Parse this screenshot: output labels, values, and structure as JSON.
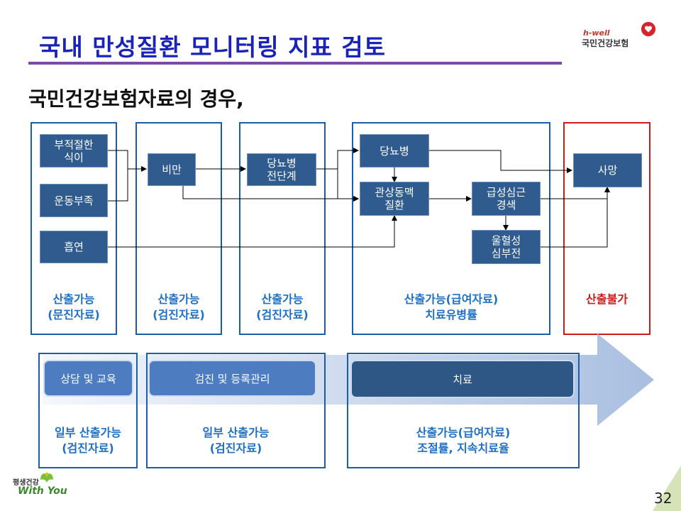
{
  "header": {
    "title": "국내 만성질환 모니터링 지표 검토",
    "subtitle": "국민건강보험자료의 경우,",
    "logo_tag": "h-well",
    "logo_name": "국민건강보험"
  },
  "diagram": {
    "nodes": {
      "diet": "부적절한\n식이",
      "exercise": "운동부족",
      "smoking": "흡연",
      "obesity": "비만",
      "prediabetes": "당뇨병\n전단계",
      "diabetes": "당뇨병",
      "cad": "관상동맥\n질환",
      "mi": "급성심근\n경색",
      "hf": "울혈성\n심부전",
      "death": "사망"
    },
    "captions": {
      "col1": "산출가능\n(문진자료)",
      "col2": "산출가능\n(검진자료)",
      "col3": "산출가능\n(검진자료)",
      "col4": "산출가능(급여자료)\n치료유병률",
      "col5": "산출불가"
    }
  },
  "phases": {
    "counsel": "상담 및 교육",
    "checkup": "검진 및 등록관리",
    "treatment": "치료",
    "cap1": "일부 산출가능\n(검진자료)",
    "cap2": "일부 산출가능\n(검진자료)",
    "cap3": "산출가능(급여자료)\n조절률, 지속치료율"
  },
  "footer": {
    "brand_k": "평생건강",
    "brand": "With You",
    "page": "32"
  },
  "colors": {
    "title": "#1a22b8",
    "node": "#2f5b8e",
    "caption": "#1f6fc4",
    "unavailable": "#cc1a1a"
  }
}
